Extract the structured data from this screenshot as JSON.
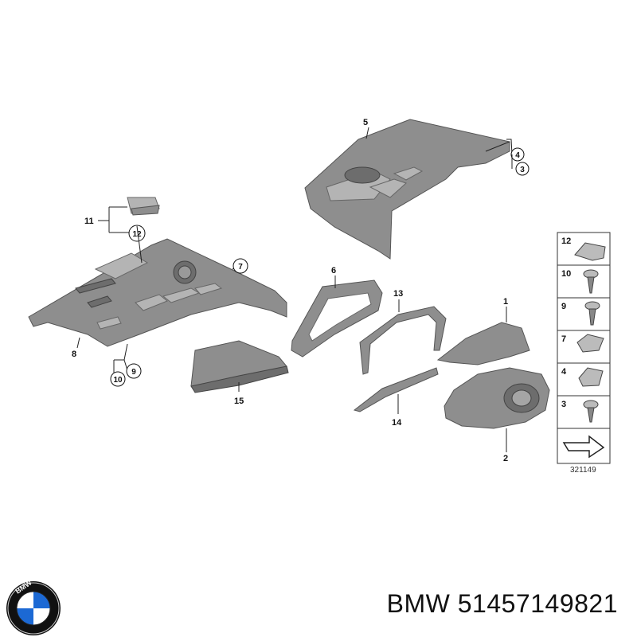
{
  "diagram": {
    "callouts": [
      "1",
      "2",
      "5",
      "6",
      "8",
      "11",
      "13",
      "14",
      "15"
    ],
    "circled_callouts": {
      "c4": "4",
      "c3": "3",
      "c12": "12",
      "c7": "7",
      "c10": "10",
      "c9": "9"
    },
    "legend": {
      "items": [
        "12",
        "10",
        "9",
        "7",
        "4",
        "3"
      ],
      "diagram_id": "321149"
    }
  },
  "caption": {
    "brand": "BMW",
    "part_number": "51457149821"
  },
  "logo": {
    "letters": "BMW",
    "colors": {
      "blue": "#1c69d4",
      "white": "#ffffff",
      "black": "#111111"
    }
  }
}
